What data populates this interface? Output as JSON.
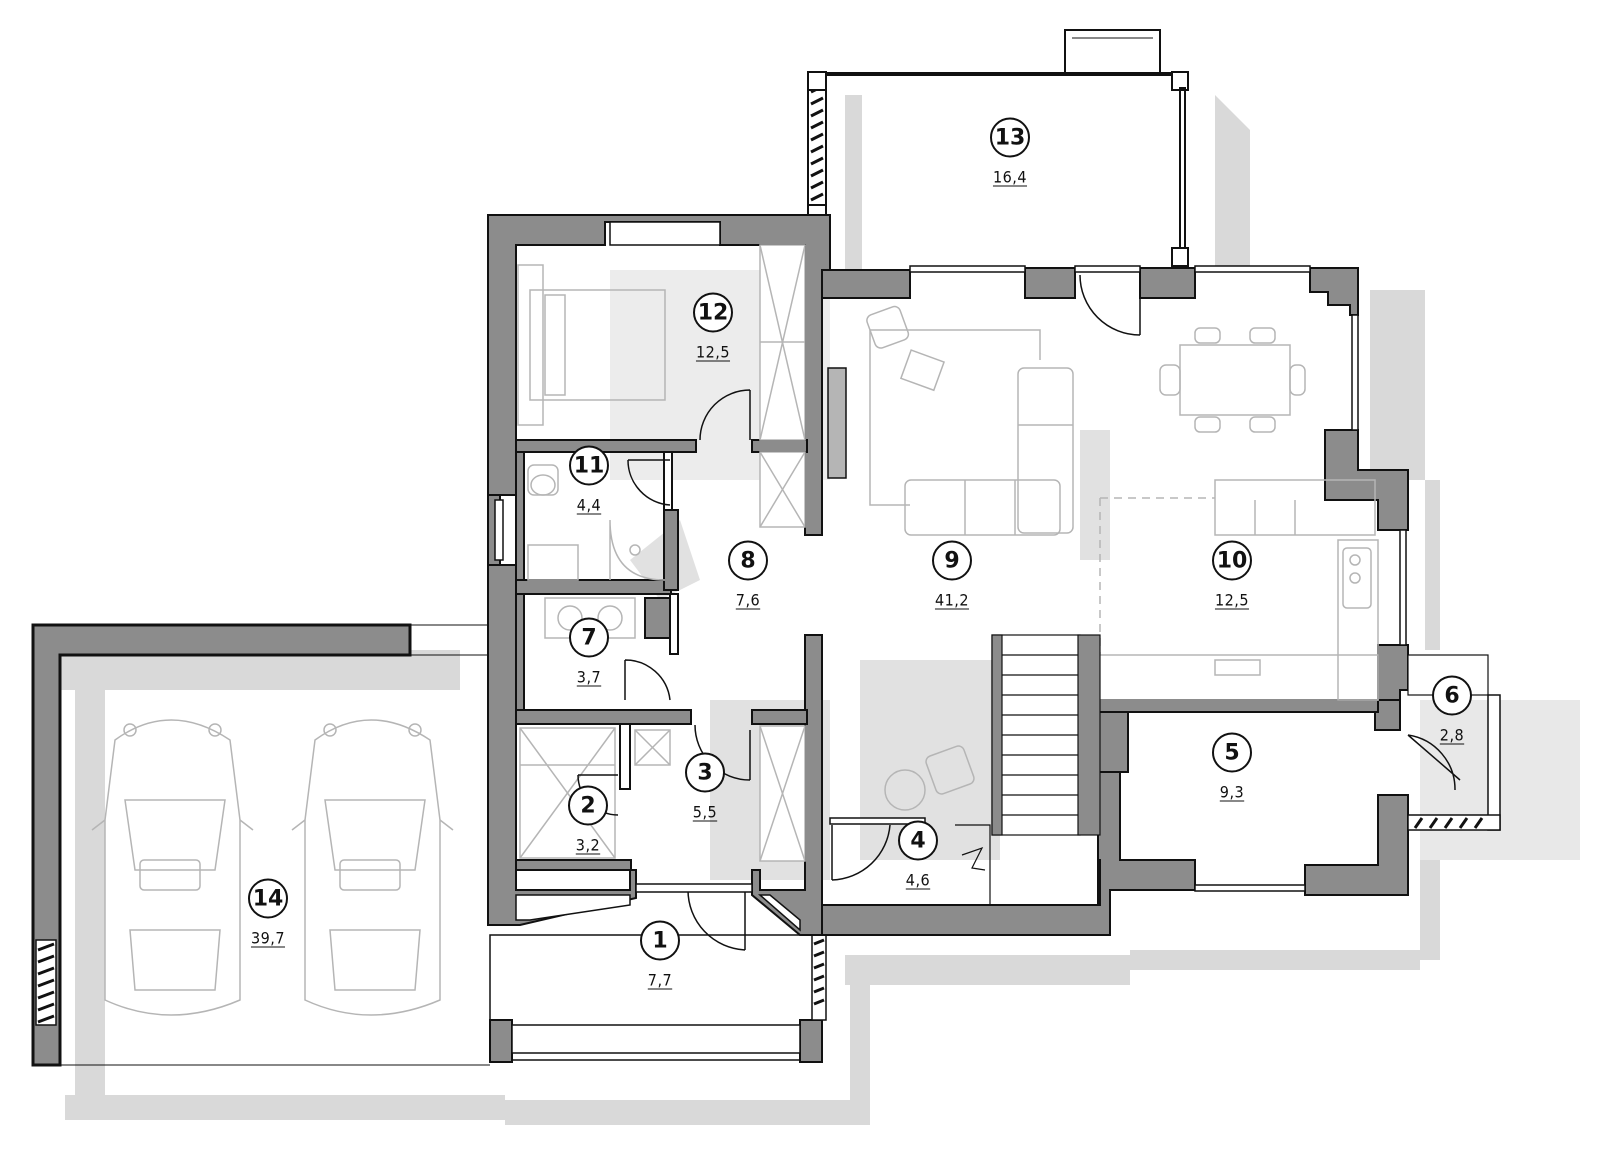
{
  "rooms": [
    {
      "id": "1",
      "number": "1",
      "area": "7,7"
    },
    {
      "id": "2",
      "number": "2",
      "area": "3,2"
    },
    {
      "id": "3",
      "number": "3",
      "area": "5,5"
    },
    {
      "id": "4",
      "number": "4",
      "area": "4,6"
    },
    {
      "id": "5",
      "number": "5",
      "area": "9,3"
    },
    {
      "id": "6",
      "number": "6",
      "area": "2,8"
    },
    {
      "id": "7",
      "number": "7",
      "area": "3,7"
    },
    {
      "id": "8",
      "number": "8",
      "area": "7,6"
    },
    {
      "id": "9",
      "number": "9",
      "area": "41,2"
    },
    {
      "id": "10",
      "number": "10",
      "area": "12,5"
    },
    {
      "id": "11",
      "number": "11",
      "area": "4,4"
    },
    {
      "id": "12",
      "number": "12",
      "area": "12,5"
    },
    {
      "id": "13",
      "number": "13",
      "area": "16,4"
    },
    {
      "id": "14",
      "number": "14",
      "area": "39,7"
    }
  ],
  "colors": {
    "wall": "#8c8c8c",
    "wall_outline": "#111111",
    "shadow": "#d9d9d9",
    "line": "#111111",
    "furniture": "#b5b5b5",
    "background": "#ffffff"
  }
}
